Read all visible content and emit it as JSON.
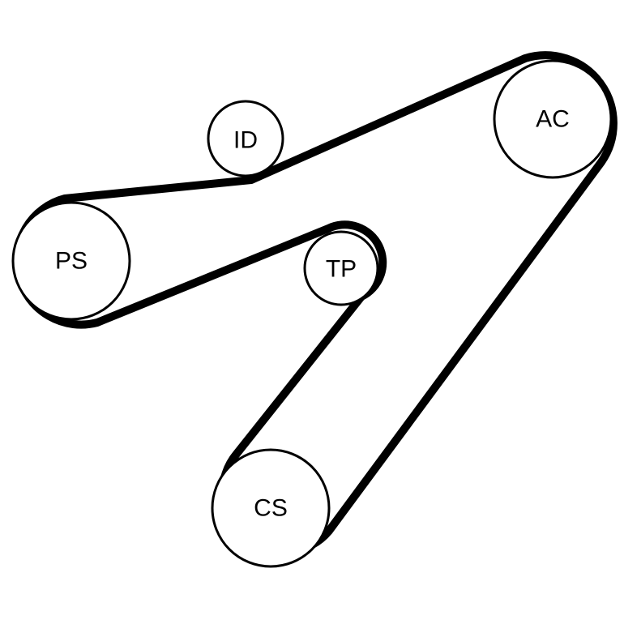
{
  "pulleys": {
    "ac": "AC",
    "id": "ID",
    "ps": "PS",
    "tp": "TP",
    "cs": "CS"
  }
}
